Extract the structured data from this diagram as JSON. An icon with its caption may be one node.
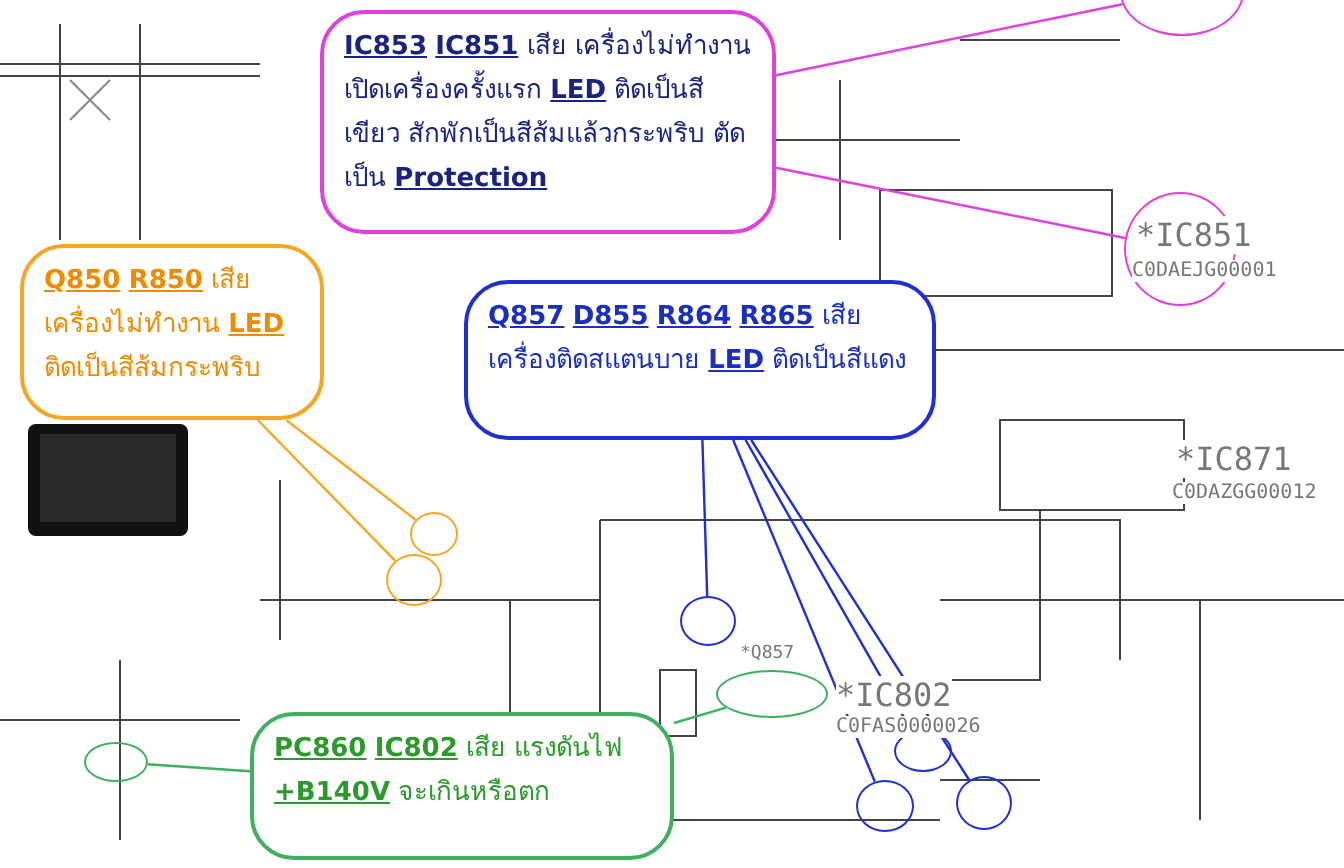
{
  "diagram": {
    "nodes": [
      {
        "text": [
          "**IC853** **IC851** เสีย เครื่องไม่ทำงาน เปิดเครื่องครั้งแรก **LED** ติดเป็นสีเขียว สักพักเป็นสีส้มแล้วกระพริบ ตัดเป็น **Protection**"
        ]
      },
      {
        "text": [],
        "shape": "circle"
      },
      {
        "text": [],
        "shape": "circle"
      },
      {
        "text": [
          "**Q850** **R850** เสีย เครื่องไม่ทำงาน **LED** ติดเป็นสีส้มกระพริบ"
        ]
      },
      {
        "text": [
          "**Q857** **D855** **R864** **R865** เสีย เครื่องติดสแตนบาย **LED** ติดเป็นสีแดง"
        ]
      },
      {
        "text": [],
        "shape": "circle"
      },
      {
        "text": [],
        "shape": "circle"
      },
      {
        "text": [],
        "shape": "circle"
      },
      {
        "text": [
          "**PC860** **IC802** เสีย แรงดันไฟ **+B140V** จะเกินหรือตก"
        ]
      },
      {
        "text": [],
        "shape": "circle"
      },
      {
        "text": [],
        "shape": "circle"
      },
      {
        "text": [],
        "shape": "circle"
      },
      {
        "text": [],
        "shape": "circle"
      },
      {
        "text": [],
        "shape": "circle"
      }
    ],
    "edges": [
      {
        "from": 0,
        "to": 1,
        "arrow": "none",
        "color": "#e040e0"
      },
      {
        "from": 0,
        "to": 2,
        "arrow": "none",
        "color": "#e040e0"
      },
      {
        "from": 3,
        "to": 5,
        "arrow": "none",
        "color": "#f5a623"
      },
      {
        "from": 3,
        "to": 6,
        "arrow": "none",
        "color": "#f5a623"
      },
      {
        "from": 4,
        "to": 7,
        "arrow": "none",
        "color": "#2030d0"
      },
      {
        "from": 4,
        "to": 11,
        "arrow": "none",
        "color": "#2030d0"
      },
      {
        "from": 4,
        "to": 12,
        "arrow": "none",
        "color": "#2030d0"
      },
      {
        "from": 4,
        "to": 13,
        "arrow": "none",
        "color": "#2030d0"
      },
      {
        "from": 8,
        "to": 9,
        "arrow": "none",
        "color": "#40b060"
      },
      {
        "from": 8,
        "to": 10,
        "arrow": "none",
        "color": "#40b060"
      }
    ],
    "labels": [
      "*IC851",
      "C0DAEJG00001",
      "*IC871",
      "C0DAZGG00012",
      "*Q857",
      "*IC802",
      "C0FAS0000026"
    ]
  }
}
